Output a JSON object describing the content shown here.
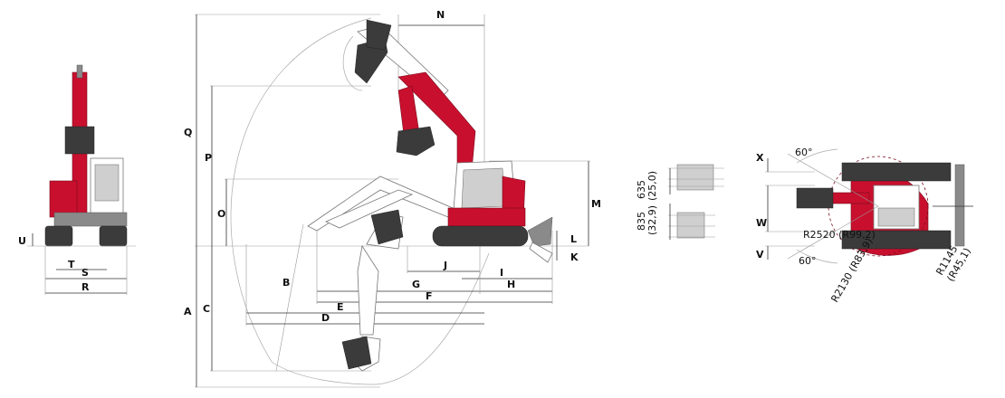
{
  "views": {
    "front": {
      "dims": {
        "U": "U",
        "T": "T",
        "S": "S",
        "R": "R"
      }
    },
    "side": {
      "dims": {
        "N": "N",
        "Q": "Q",
        "P": "P",
        "O": "O",
        "M": "M",
        "L": "L",
        "K": "K",
        "J": "J",
        "I": "I",
        "G": "G",
        "H": "H",
        "F": "F",
        "E": "E",
        "D": "D",
        "B": "B",
        "A": "A",
        "C": "C"
      }
    },
    "top": {
      "dims": {
        "X": "X",
        "W": "W",
        "V": "V"
      },
      "angle_top": "60°",
      "angle_bottom": "60°",
      "radius1": "R2520 (R99,2)",
      "radius2": "R2130 (R83,9)",
      "radius3": "R1145",
      "radius3b": "(R45,1)",
      "blade_a": "635",
      "blade_a_in": "(25,0)",
      "blade_b": "835",
      "blade_b_in": "(32,9)"
    }
  },
  "colors": {
    "accent": "#c8102e",
    "track": "#3b3b3b",
    "line": "#333333"
  }
}
